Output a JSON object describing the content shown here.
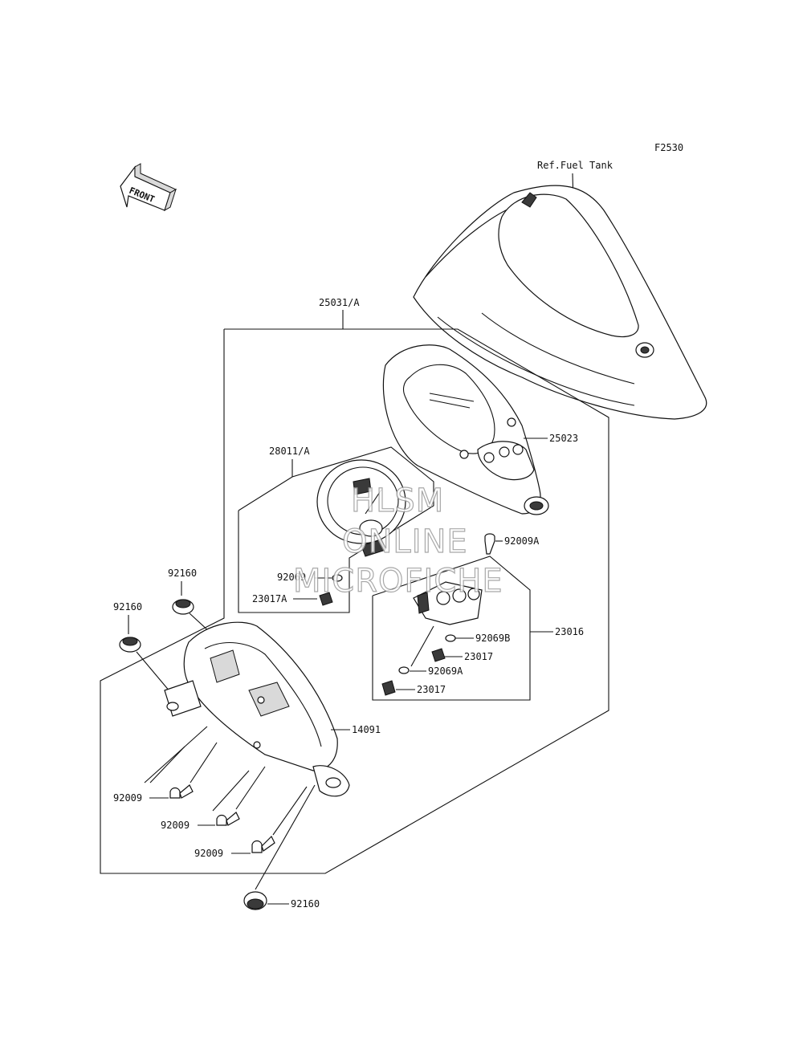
{
  "diagram_code": "F2530",
  "front_label": "FRONT",
  "ref_label": "Ref.Fuel Tank",
  "callouts": {
    "c25031a": "25031/A",
    "c25023": "25023",
    "c28011a": "28011/A",
    "c92009a": "92009A",
    "c92069": "92069",
    "c23017a": "23017A",
    "c23016": "23016",
    "c92069b": "92069B",
    "c23017_1": "23017",
    "c92069a": "92069A",
    "c23017_2": "23017",
    "c92160_1": "92160",
    "c92160_2": "92160",
    "c14091": "14091",
    "c92009_1": "92009",
    "c92009_2": "92009",
    "c92009_3": "92009",
    "c92160_3": "92160"
  },
  "watermark": {
    "line1": "HLSM",
    "line2": "ONLINE",
    "line3": "MICROFICHE"
  }
}
